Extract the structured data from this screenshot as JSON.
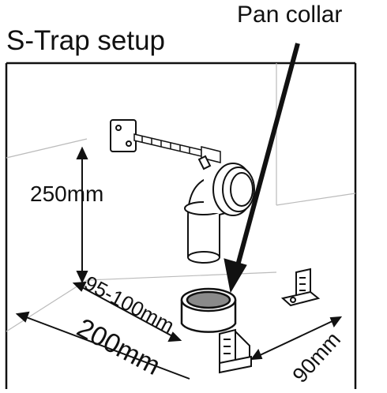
{
  "title": "S-Trap setup",
  "callout_label": "Pan collar",
  "dimensions": {
    "height": "250mm",
    "offset": "95-100mm",
    "width": "200mm",
    "depth": "90mm"
  },
  "colors": {
    "line": "#111111",
    "wall_corner": "#bbbbbb",
    "pipe_fill": "#ffffff",
    "collar_inner": "#8a8a8a"
  }
}
